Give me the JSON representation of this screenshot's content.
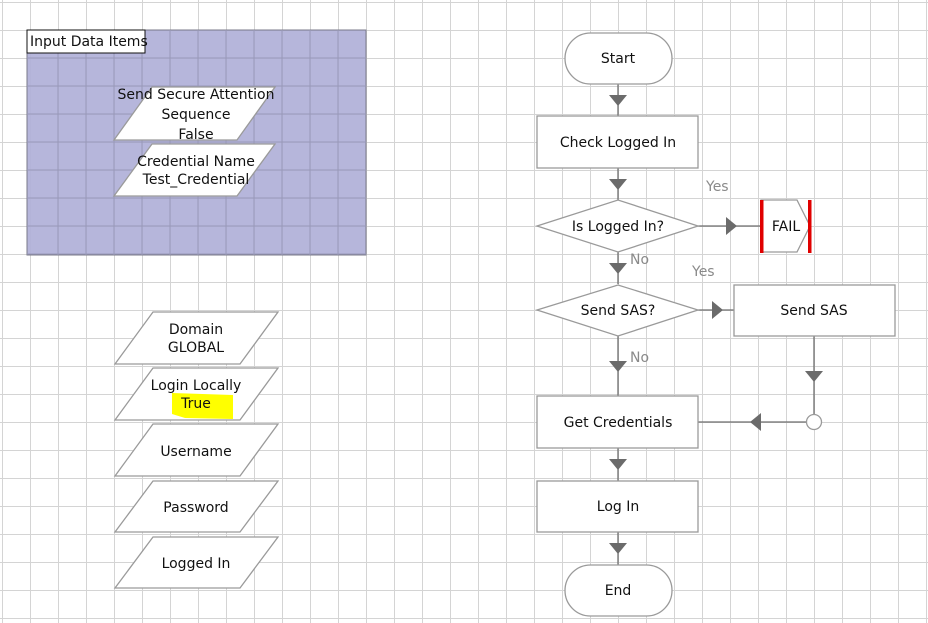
{
  "canvas": {
    "background": "#ffffff",
    "grid_color": "#d4d4d4"
  },
  "input_block": {
    "title": "Input Data Items",
    "fill": "#b0b0d8",
    "items": [
      {
        "lines": [
          "Send Secure Attention",
          "Sequence",
          "False"
        ]
      },
      {
        "lines": [
          "Credential Name",
          "Test_Credential"
        ]
      }
    ]
  },
  "data_items": [
    {
      "lines": [
        "Domain",
        "GLOBAL"
      ],
      "highlight": false
    },
    {
      "lines": [
        "Login Locally",
        "True"
      ],
      "highlight": true,
      "highlight_color": "#ffff00"
    },
    {
      "lines": [
        "Username"
      ],
      "highlight": false
    },
    {
      "lines": [
        "Password"
      ],
      "highlight": false
    },
    {
      "lines": [
        "Logged In"
      ],
      "highlight": false
    }
  ],
  "flow": {
    "start": "Start",
    "check_logged_in": "Check Logged In",
    "decision_logged_in": "Is Logged In?",
    "fail": "FAIL",
    "fail_marker_color": "#e00000",
    "decision_send_sas": "Send SAS?",
    "send_sas": "Send SAS",
    "get_credentials": "Get Credentials",
    "log_in": "Log In",
    "end": "End",
    "labels": {
      "yes_1": "Yes",
      "no_1": "No",
      "yes_2": "Yes",
      "no_2": "No"
    }
  }
}
